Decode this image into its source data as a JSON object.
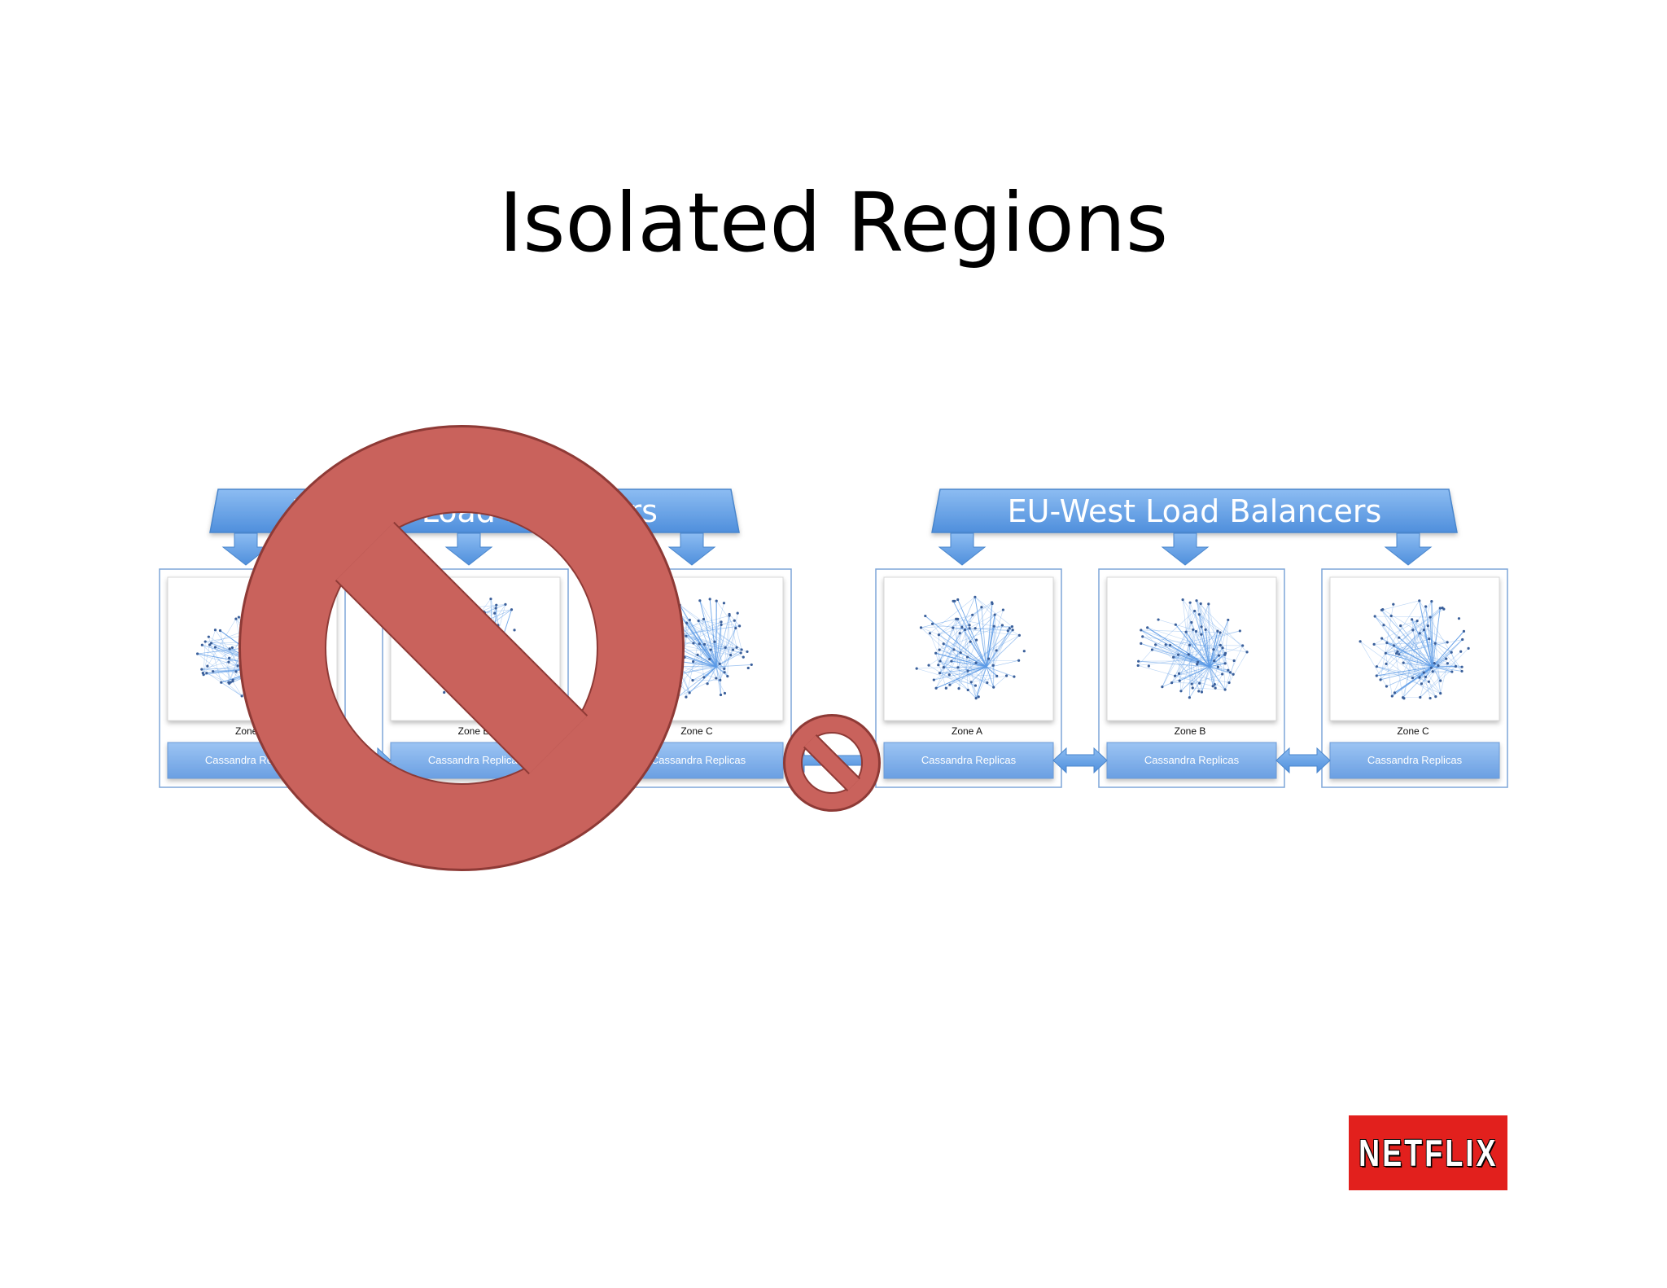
{
  "slide": {
    "title": "Isolated Regions"
  },
  "regions": [
    {
      "id": "us-east",
      "load_balancer_label": "US-East Load Balancers",
      "blocked": true,
      "zones": [
        {
          "zone_label": "Zone A",
          "replicas_label": "Cassandra Replicas"
        },
        {
          "zone_label": "Zone B",
          "replicas_label": "Cassandra Replicas"
        },
        {
          "zone_label": "Zone C",
          "replicas_label": "Cassandra Replicas"
        }
      ]
    },
    {
      "id": "eu-west",
      "load_balancer_label": "EU-West Load Balancers",
      "blocked": false,
      "zones": [
        {
          "zone_label": "Zone A",
          "replicas_label": "Cassandra Replicas"
        },
        {
          "zone_label": "Zone B",
          "replicas_label": "Cassandra Replicas"
        },
        {
          "zone_label": "Zone C",
          "replicas_label": "Cassandra Replicas"
        }
      ]
    }
  ],
  "icons": {
    "large_block": "prohibited-icon",
    "link_block": "prohibited-link-icon"
  },
  "colors": {
    "banner": "#6fa8e8",
    "banner_dark": "#4a86cc",
    "zone_border": "#7ea6d8",
    "replica_bar": "#7db0ee",
    "graph_line": "#5b9ae6",
    "prohibit_fill": "#c9625c",
    "prohibit_stroke": "#8e3a36"
  },
  "logo": {
    "text": "NETFLIX"
  }
}
